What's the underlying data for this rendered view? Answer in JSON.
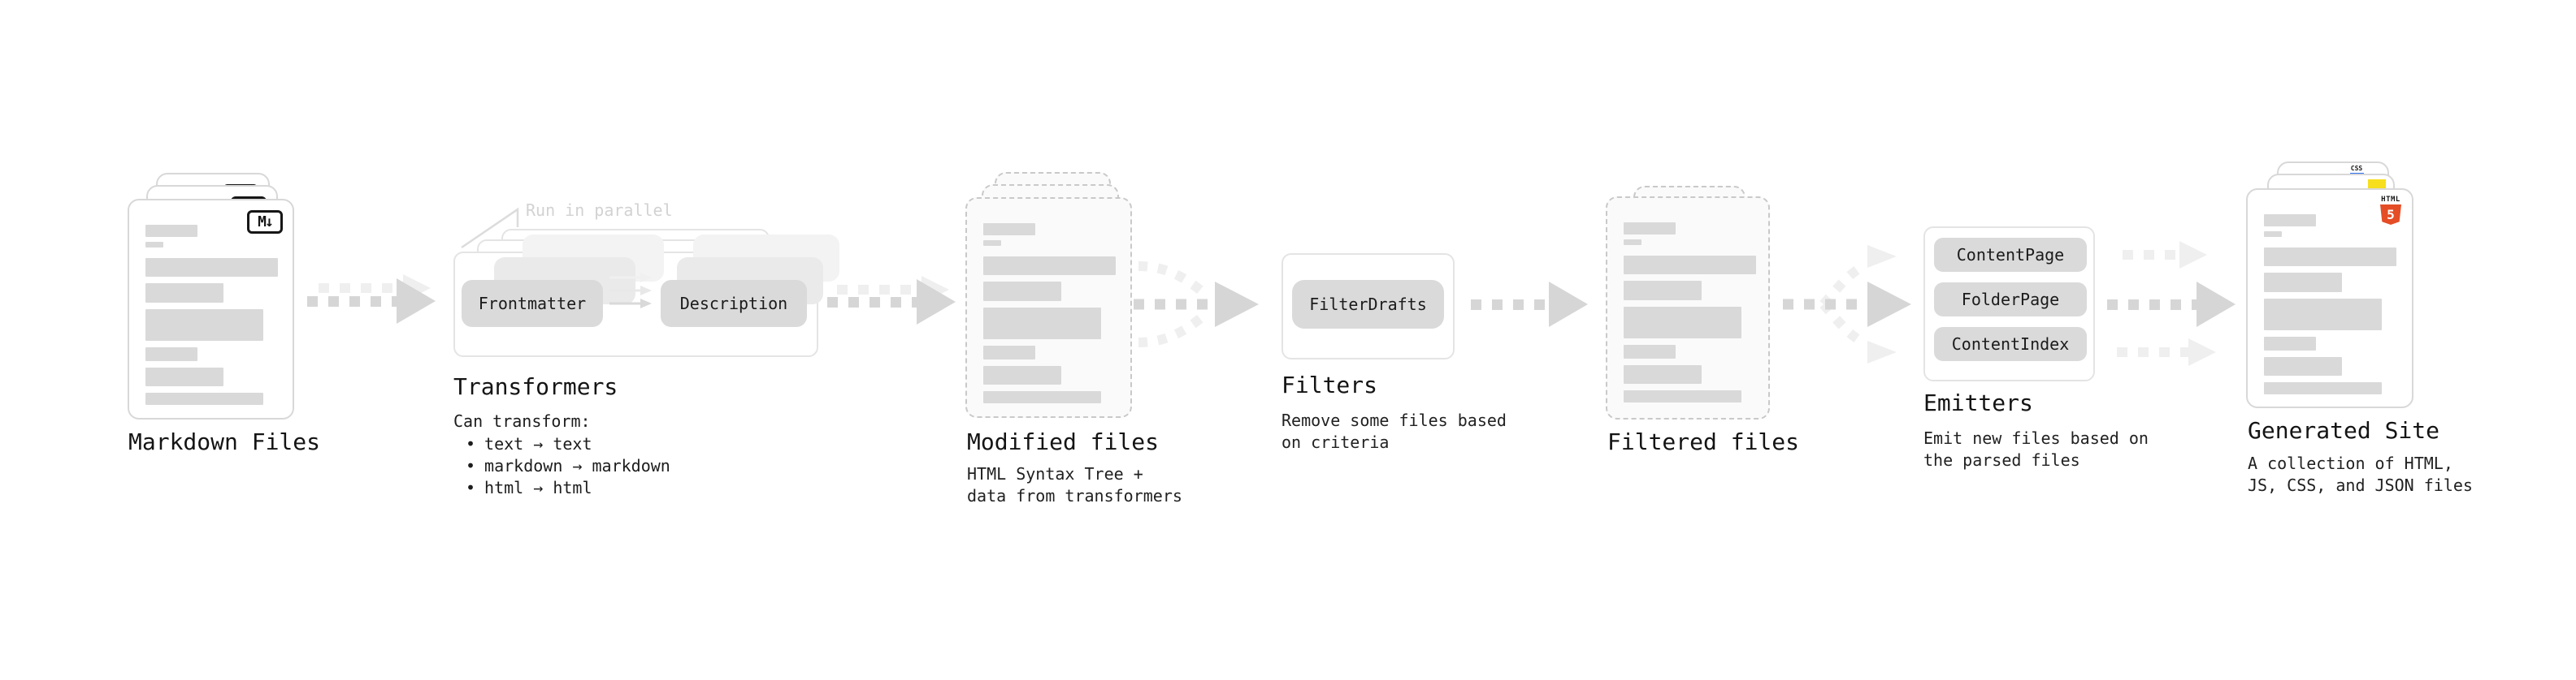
{
  "markdown_files": {
    "label": "Markdown Files"
  },
  "transformers": {
    "annotation": "Run in parallel",
    "pill_left": "Frontmatter",
    "pill_right": "Description",
    "title": "Transformers",
    "intro": "Can transform:",
    "bullets": [
      "text → text",
      "markdown → markdown",
      "html → html"
    ]
  },
  "modified_files": {
    "label": "Modified files",
    "desc_line1": "HTML Syntax Tree +",
    "desc_line2": "data from transformers"
  },
  "filters": {
    "title": "Filters",
    "pill": "FilterDrafts",
    "desc_line1": "Remove some files based",
    "desc_line2": "on criteria"
  },
  "filtered_files": {
    "label": "Filtered files"
  },
  "emitters": {
    "title": "Emitters",
    "pills": [
      "ContentPage",
      "FolderPage",
      "ContentIndex"
    ],
    "desc_line1": "Emit new files based on",
    "desc_line2": "the parsed files"
  },
  "generated_site": {
    "label": "Generated Site",
    "desc_line1": "A collection of HTML,",
    "desc_line2": "JS, CSS, and JSON files"
  },
  "icons": {
    "markdown_glyph": "M↓",
    "html5_text": "HTML",
    "html5_number": "5",
    "css_text": "CSS"
  },
  "colors": {
    "html5_orange": "#e44d26",
    "js_yellow": "#f7df1e",
    "css_blue": "#2f6fed",
    "arrow_dark": "#d6d6d6",
    "arrow_light": "#efefef",
    "bar_gray": "#d9d9d9"
  }
}
